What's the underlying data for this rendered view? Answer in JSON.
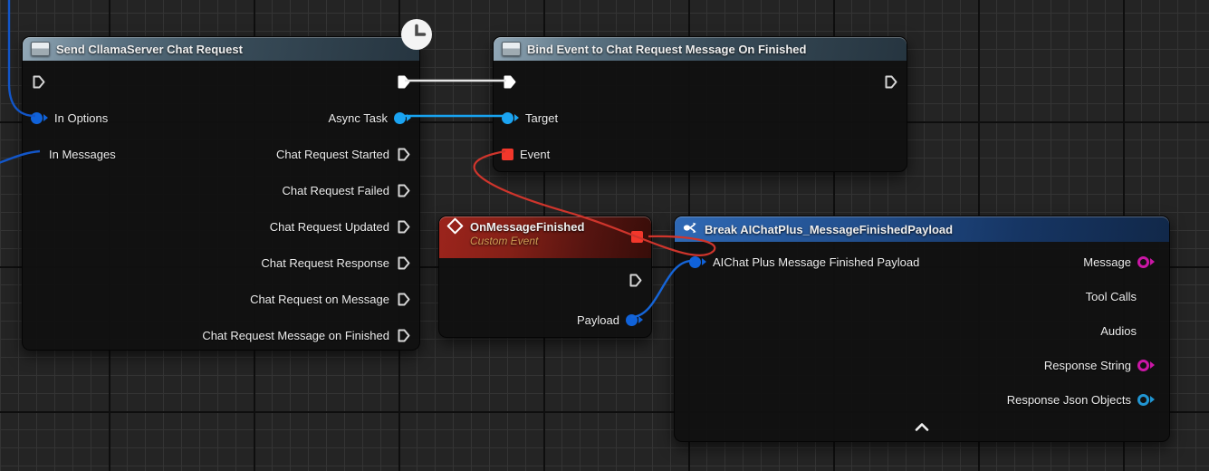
{
  "colors": {
    "exec_wire": "#e6e6e6",
    "object_wire_light": "#18a3f0",
    "object_wire_dark": "#1256c9",
    "object_wire_mid": "#1565d8",
    "delegate_wire": "#cf352c"
  },
  "nodes": {
    "send_request": {
      "title": "Send CllamaServer Chat Request",
      "inputs": {
        "in_options": "In Options",
        "in_messages": "In Messages"
      },
      "outputs": {
        "async_task": "Async Task",
        "started": "Chat Request Started",
        "failed": "Chat Request Failed",
        "updated": "Chat Request Updated",
        "response": "Chat Request Response",
        "on_message": "Chat Request on Message",
        "message_on_finished": "Chat Request Message on Finished"
      }
    },
    "bind_event": {
      "title": "Bind Event to Chat Request Message On Finished",
      "inputs": {
        "target": "Target",
        "event": "Event"
      }
    },
    "on_message_finished": {
      "title": "OnMessageFinished",
      "subtitle": "Custom Event",
      "outputs": {
        "payload": "Payload"
      }
    },
    "break_payload": {
      "title": "Break AIChatPlus_MessageFinishedPayload",
      "inputs": {
        "payload": "AIChat Plus Message Finished Payload"
      },
      "outputs": {
        "message": "Message",
        "tool_calls": "Tool Calls",
        "audios": "Audios",
        "response_string": "Response String",
        "response_json": "Response Json Objects"
      }
    }
  }
}
